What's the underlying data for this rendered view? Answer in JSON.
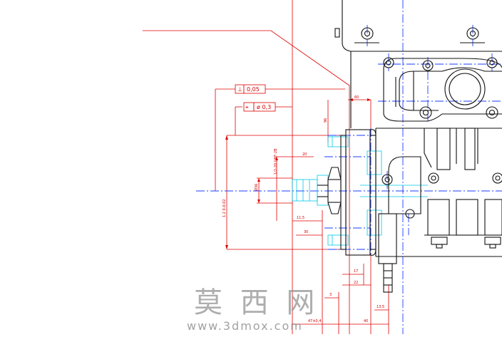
{
  "drawing": {
    "note_text": "",
    "tolerances": {
      "perpendicularity": {
        "symbol": "⊥",
        "value": "0,05"
      },
      "position": {
        "symbol": "⌖",
        "value": "ø 0,3"
      }
    },
    "dimensions": {
      "top_60": "60",
      "v_96": "96",
      "ref_1": "1/2-20 UNF-2B",
      "w_20": "20",
      "dia": "Ø36",
      "w_11_5": "11,5",
      "w_30": "30",
      "big_h": "1.2 0-0.02",
      "w_17": "17",
      "w_22": "22",
      "w_13_5": "13,5",
      "w_3": "3",
      "w_40": "40",
      "bottom_1": "47±0,4"
    }
  },
  "watermark": {
    "chinese": "莫 西 网",
    "url": "www.3dmox.com"
  }
}
